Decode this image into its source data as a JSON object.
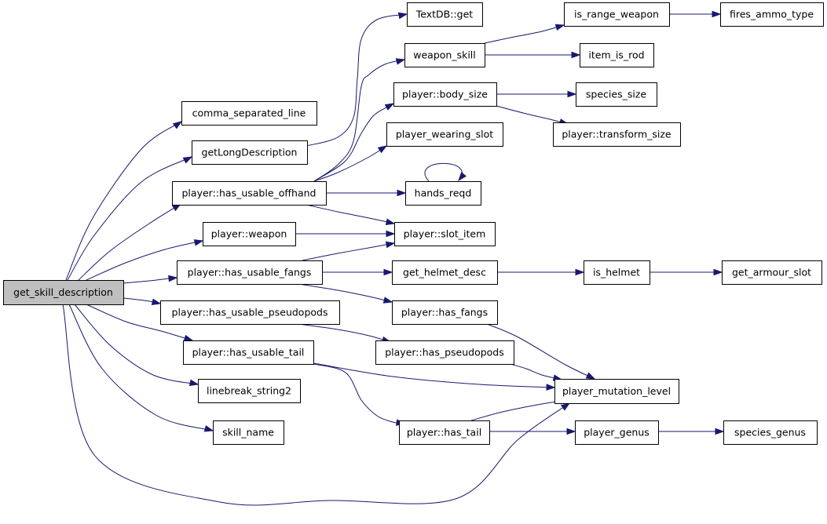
{
  "graph": {
    "nodes": [
      {
        "id": "get_skill_description",
        "label": "get_skill_description",
        "root": true
      },
      {
        "id": "comma_separated_line",
        "label": "comma_separated_line"
      },
      {
        "id": "getLongDescription",
        "label": "getLongDescription"
      },
      {
        "id": "has_usable_offhand",
        "label": "player::has_usable_offhand"
      },
      {
        "id": "weapon",
        "label": "player::weapon"
      },
      {
        "id": "has_usable_fangs",
        "label": "player::has_usable_fangs"
      },
      {
        "id": "has_usable_pseudopods",
        "label": "player::has_usable_pseudopods"
      },
      {
        "id": "has_usable_tail",
        "label": "player::has_usable_tail"
      },
      {
        "id": "linebreak_string2",
        "label": "linebreak_string2"
      },
      {
        "id": "skill_name",
        "label": "skill_name"
      },
      {
        "id": "TextDB_get",
        "label": "TextDB::get"
      },
      {
        "id": "weapon_skill",
        "label": "weapon_skill"
      },
      {
        "id": "body_size",
        "label": "player::body_size"
      },
      {
        "id": "player_wearing_slot",
        "label": "player_wearing_slot"
      },
      {
        "id": "hands_reqd",
        "label": "hands_reqd"
      },
      {
        "id": "slot_item",
        "label": "player::slot_item"
      },
      {
        "id": "get_helmet_desc",
        "label": "get_helmet_desc"
      },
      {
        "id": "has_fangs",
        "label": "player::has_fangs"
      },
      {
        "id": "has_pseudopods",
        "label": "player::has_pseudopods"
      },
      {
        "id": "has_tail",
        "label": "player::has_tail"
      },
      {
        "id": "is_range_weapon",
        "label": "is_range_weapon"
      },
      {
        "id": "item_is_rod",
        "label": "item_is_rod"
      },
      {
        "id": "species_size",
        "label": "species_size"
      },
      {
        "id": "transform_size",
        "label": "player::transform_size"
      },
      {
        "id": "is_helmet",
        "label": "is_helmet"
      },
      {
        "id": "player_mutation_level",
        "label": "player_mutation_level"
      },
      {
        "id": "player_genus",
        "label": "player_genus"
      },
      {
        "id": "fires_ammo_type",
        "label": "fires_ammo_type"
      },
      {
        "id": "get_armour_slot",
        "label": "get_armour_slot"
      },
      {
        "id": "species_genus",
        "label": "species_genus"
      }
    ],
    "edges": [
      [
        "get_skill_description",
        "comma_separated_line"
      ],
      [
        "get_skill_description",
        "getLongDescription"
      ],
      [
        "get_skill_description",
        "has_usable_offhand"
      ],
      [
        "get_skill_description",
        "weapon"
      ],
      [
        "get_skill_description",
        "has_usable_fangs"
      ],
      [
        "get_skill_description",
        "has_usable_pseudopods"
      ],
      [
        "get_skill_description",
        "has_usable_tail"
      ],
      [
        "get_skill_description",
        "linebreak_string2"
      ],
      [
        "get_skill_description",
        "skill_name"
      ],
      [
        "get_skill_description",
        "player_mutation_level"
      ],
      [
        "getLongDescription",
        "TextDB_get"
      ],
      [
        "has_usable_offhand",
        "weapon_skill"
      ],
      [
        "has_usable_offhand",
        "body_size"
      ],
      [
        "has_usable_offhand",
        "player_wearing_slot"
      ],
      [
        "has_usable_offhand",
        "hands_reqd"
      ],
      [
        "has_usable_offhand",
        "slot_item"
      ],
      [
        "weapon",
        "slot_item"
      ],
      [
        "has_usable_fangs",
        "slot_item"
      ],
      [
        "has_usable_fangs",
        "get_helmet_desc"
      ],
      [
        "has_usable_fangs",
        "has_fangs"
      ],
      [
        "has_usable_pseudopods",
        "has_pseudopods"
      ],
      [
        "has_usable_tail",
        "has_tail"
      ],
      [
        "has_usable_tail",
        "player_mutation_level"
      ],
      [
        "weapon_skill",
        "is_range_weapon"
      ],
      [
        "weapon_skill",
        "item_is_rod"
      ],
      [
        "body_size",
        "species_size"
      ],
      [
        "body_size",
        "transform_size"
      ],
      [
        "hands_reqd",
        "hands_reqd"
      ],
      [
        "get_helmet_desc",
        "is_helmet"
      ],
      [
        "has_fangs",
        "player_mutation_level"
      ],
      [
        "has_pseudopods",
        "player_mutation_level"
      ],
      [
        "has_tail",
        "player_mutation_level"
      ],
      [
        "has_tail",
        "player_genus"
      ],
      [
        "is_range_weapon",
        "fires_ammo_type"
      ],
      [
        "is_helmet",
        "get_armour_slot"
      ],
      [
        "player_genus",
        "species_genus"
      ]
    ]
  }
}
